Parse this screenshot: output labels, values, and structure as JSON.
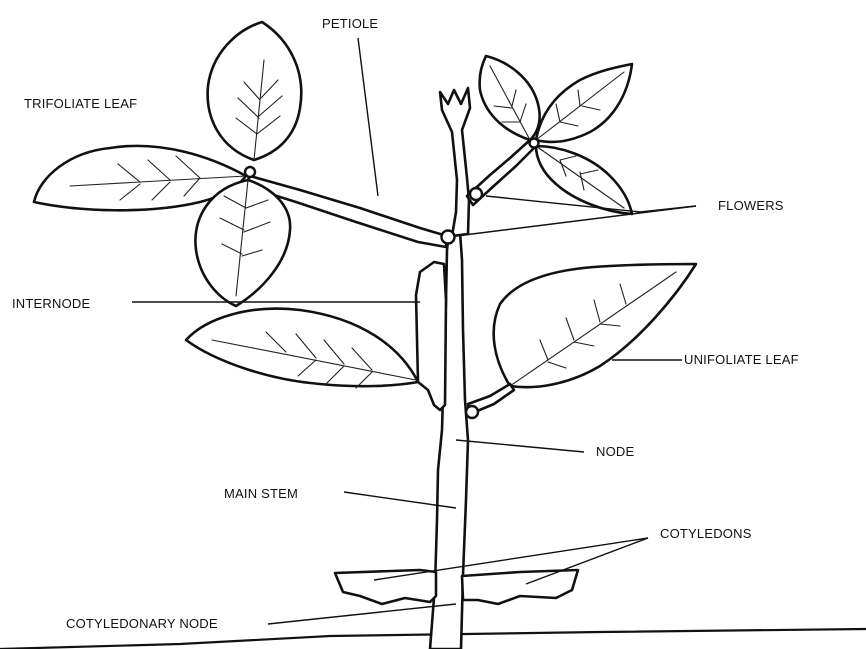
{
  "diagram": {
    "labels": {
      "petiole": "PETIOLE",
      "trifoliate_leaf": "TRIFOLIATE LEAF",
      "flowers": "FLOWERS",
      "internode": "INTERNODE",
      "unifoliate_leaf": "UNIFOLIATE LEAF",
      "node": "NODE",
      "main_stem": "MAIN STEM",
      "cotyledons": "COTYLEDONS",
      "cotyledonary_node": "COTYLEDONARY NODE"
    },
    "colors": {
      "ink": "#111111",
      "background": "#ffffff"
    }
  }
}
